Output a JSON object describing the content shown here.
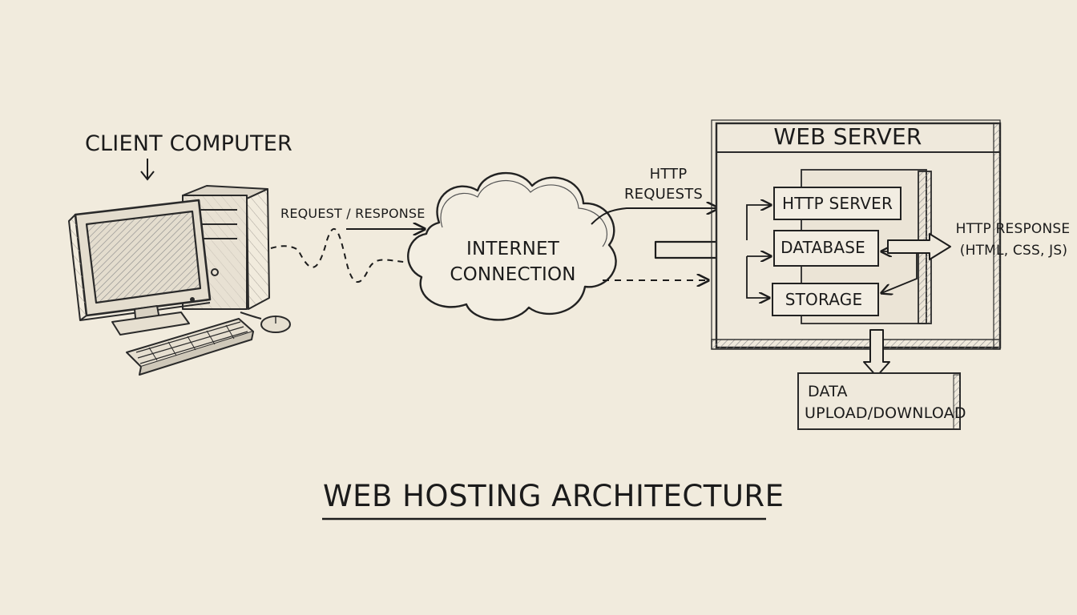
{
  "diagram": {
    "title": "WEB HOSTING ARCHITECTURE",
    "client": {
      "label": "CLIENT COMPUTER",
      "arrow_glyph": "↓"
    },
    "link_label": "REQUEST / RESPONSE",
    "cloud": {
      "line1": "INTERNET",
      "line2": "CONNECTION"
    },
    "http_requests": {
      "line1": "HTTP",
      "line2": "REQUESTS"
    },
    "server": {
      "title": "WEB SERVER",
      "components": [
        "HTTP SERVER",
        "DATABASE",
        "STORAGE"
      ]
    },
    "http_response": {
      "line1": "HTTP RESPONSE",
      "line2": "(HTML, CSS, JS)"
    },
    "data_box": {
      "line1": "DATA",
      "line2": "UPLOAD/DOWNLOAD"
    }
  },
  "colors": {
    "paper": "#f1ebdd",
    "ink": "#1c1c1c",
    "pencil_shade": "#8c8c8c"
  }
}
